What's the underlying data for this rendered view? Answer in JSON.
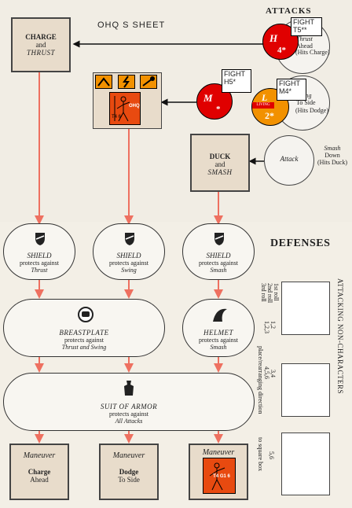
{
  "sheet_title": "OHQ S SHEET",
  "attacks_heading": "ATTACKS",
  "defenses_heading": "DEFENSES",
  "side_heading": "ATTACKING NON-CHARACTERS",
  "charge_box": {
    "line1": "CHARGE",
    "line2": "and",
    "line3": "THRUST"
  },
  "duck_box": {
    "line1": "DUCK",
    "line2": "and",
    "line3": "SMASH"
  },
  "attack_circles": [
    {
      "label": "Thrust",
      "line2": "Ahead",
      "line3": "(Hits Charge)"
    },
    {
      "label": "Swing",
      "line2": "To Side",
      "line3": "(Hits Dodge)"
    },
    {
      "label": "Smash",
      "line2": "Down",
      "line3": "(Hits Duck)",
      "center": "Attack"
    }
  ],
  "fight_labels": [
    {
      "line1": "FIGHT",
      "line2": "T5**"
    },
    {
      "line1": "FIGHT",
      "line2": "H5*"
    },
    {
      "line1": "FIGHT",
      "line2": "M4*"
    }
  ],
  "counters": [
    {
      "letter": "H",
      "value": "4*"
    },
    {
      "letter": "M",
      "value": "*"
    },
    {
      "letter": "L",
      "sub": "LIVING",
      "value": "2*"
    }
  ],
  "char_counter": {
    "code": "OHQ",
    "nums": "T4 6"
  },
  "shields": [
    {
      "title": "SHIELD",
      "text": "protects against",
      "target": "Thrust"
    },
    {
      "title": "SHIELD",
      "text": "protects against",
      "target": "Swing"
    },
    {
      "title": "SHIELD",
      "text": "protects against",
      "target": "Smash"
    }
  ],
  "breastplate": {
    "title": "BREASTPLATE",
    "text": "protects against",
    "target": "Thrust and Swing"
  },
  "helmet": {
    "title": "HELMET",
    "text": "protects against",
    "target": "Smash"
  },
  "armor": {
    "title": "SUIT OF ARMOR",
    "text": "protects against",
    "target": "All Attacks"
  },
  "maneuvers": [
    {
      "title": "Maneuver",
      "line1": "Charge",
      "line2": "Ahead"
    },
    {
      "title": "Maneuver",
      "line1": "Dodge",
      "line2": "To Side"
    },
    {
      "title": "Maneuver",
      "counter": "T4 G1 6"
    }
  ],
  "side_rolls": [
    "1st roll",
    "2nd roll",
    "3rd roll"
  ],
  "side_values": [
    "1,2",
    "1,2,3",
    "3,4",
    "4,5,6",
    "5,6"
  ],
  "side_captions": [
    "place/rearranging direction",
    "to square box"
  ],
  "colors": {
    "box_fill": "#e8dccb",
    "red": "#e00000",
    "orange": "#f29100",
    "arrow_line": "#f08070"
  }
}
